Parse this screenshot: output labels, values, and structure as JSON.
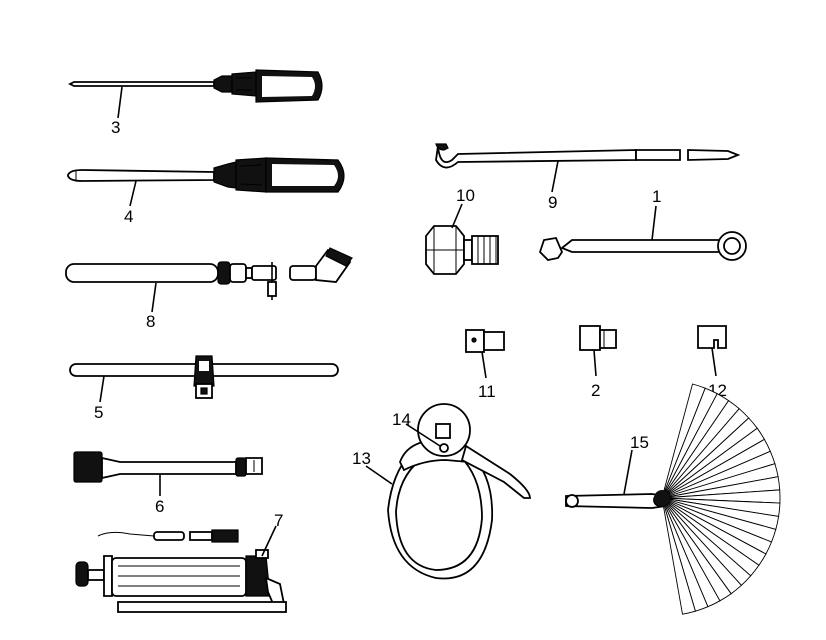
{
  "callouts": {
    "c1": "1",
    "c2": "2",
    "c3": "3",
    "c4": "4",
    "c5": "5",
    "c6": "6",
    "c7": "7",
    "c8": "8",
    "c9": "9",
    "c10": "10",
    "c11": "11",
    "c12": "12",
    "c13": "13",
    "c14": "14",
    "c15": "15"
  },
  "colors": {
    "ink": "#000000",
    "paper": "#ffffff"
  }
}
